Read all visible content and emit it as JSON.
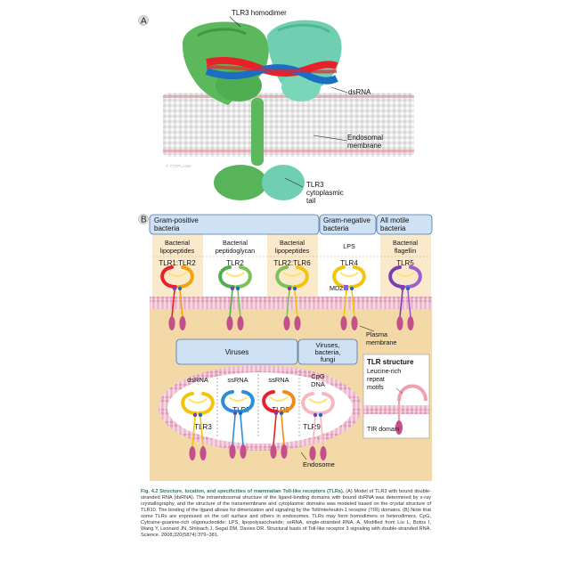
{
  "panel_a": {
    "letter": "A",
    "labels": {
      "homodimer": "TLR3 homodimer",
      "dsrna": "dsRNA",
      "membrane_l1": "Endosomal",
      "membrane_l2": "membrane",
      "tail_l1": "TLR3",
      "tail_l2": "cytoplasmic",
      "tail_l3": "tail"
    },
    "watermark": "© TTOPLASM"
  },
  "panel_b": {
    "letter": "B",
    "headers": [
      {
        "line1": "Gram-positive",
        "line2": "bacteria"
      },
      {
        "line1": "Gram-negative",
        "line2": "bacteria"
      },
      {
        "line1": "All motile",
        "line2": "bacteria"
      }
    ],
    "surface_receptors": [
      {
        "ligand_l1": "Bacterial",
        "ligand_l2": "lipopeptides",
        "tlr": "TLR1:TLR2"
      },
      {
        "ligand_l1": "Bacterial",
        "ligand_l2": "peptidoglycan",
        "tlr": "TLR2"
      },
      {
        "ligand_l1": "Bacterial",
        "ligand_l2": "lipopeptides",
        "tlr": "TLR2:TLR6"
      },
      {
        "ligand_l1": "LPS",
        "ligand_l2": "",
        "tlr": "TLR4"
      },
      {
        "ligand_l1": "Bacterial",
        "ligand_l2": "flagellin",
        "tlr": "TLR5"
      }
    ],
    "md2": "MD2",
    "plasma_l1": "Plasma",
    "plasma_l2": "membrane",
    "viruses": "Viruses",
    "viruses_bf_l1": "Viruses,",
    "viruses_bf_l2": "bacteria,",
    "viruses_bf_l3": "fungi",
    "endosomal_receptors": [
      {
        "ligand_l1": "dsRNA",
        "ligand_l2": "",
        "tlr": "TLR3"
      },
      {
        "ligand_l1": "ssRNA",
        "ligand_l2": "",
        "tlr": "TLR7"
      },
      {
        "ligand_l1": "ssRNA",
        "ligand_l2": "",
        "tlr": "TLR8"
      },
      {
        "ligand_l1": "CpG",
        "ligand_l2": "DNA",
        "tlr": "TLR9"
      }
    ],
    "endosome": "Endosome",
    "structure_box": {
      "title": "TLR structure",
      "lrr_l1": "Leucine-rich",
      "lrr_l2": "repeat",
      "lrr_l3": "motifs",
      "tir": "TIR domain"
    }
  },
  "caption": {
    "number": "Fig. 4.2",
    "title": "Structure, location, and specificities of mammalian Toll-like receptors (TLRs).",
    "body": "(A) Model of TLR3 with bound double-stranded RNA (dsRNA). The intraendosomal structure of the ligand-binding domains with bound dsRNA was determined by x-ray crystallography, and the structure of the transmembrane and cytoplasmic domains was modeled based on the crystal structure of TLR10. The binding of the ligand allows for dimerization and signaling by the Toll/interleukin-1 receptor (TIR) domains. (B) Note that some TLRs are expressed on the cell surface and others in endosomes. TLRs may form homodimers or heterodimers. CpG, Cytosine-guanine-rich oligonucleotide; LPS, lipopolysaccharide; ssRNA, single-stranded RNA. A, Modified from Liu L, Botos I, Wang Y, Leonard JN, Shiloach J, Segal DM, Davies DR. Structural basis of Toll-like receptor 3 signaling with double-stranded RNA. Science. 2008;320(5874):379–381."
  },
  "colors": {
    "tlr3_left": "#5cb85c",
    "tlr3_right": "#6fcfb0",
    "rna_red": "#e8202a",
    "rna_blue": "#1a6fc4",
    "header_fill": "#cfe1f4",
    "header_stroke": "#4d78a8",
    "cell_bg": "#f3d9a8",
    "membrane_pink": "#e7a9c0",
    "tir_magenta": "#c4508a",
    "caption_green": "#2f7a55"
  }
}
